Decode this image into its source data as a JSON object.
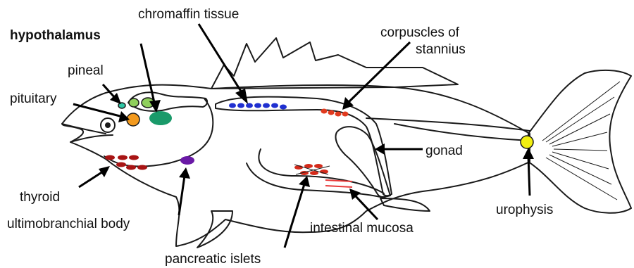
{
  "labels": {
    "chromaffin_tissue": "chromaffin tissue",
    "hypothalamus": "hypothalamus",
    "pineal": "pineal",
    "pituitary": "pituitary",
    "corpuscles_line1": "corpuscles of",
    "corpuscles_line2": "stannius",
    "gonad": "gonad",
    "thyroid": "thyroid",
    "ultimobranchial_body": "ultimobranchial body",
    "intestinal_mucosa": "intestinal mucosa",
    "pancreatic_islets": "pancreatic islets",
    "urophysis": "urophysis"
  },
  "colors": {
    "fish_body": "#8fcf5c",
    "outline": "#1a1a1a",
    "pineal": "#2ec7a6",
    "pituitary": "#f39a1e",
    "hypothalamus": "#1a9a6a",
    "kidney_band": "#f7ef7a",
    "chromaffin_dots": "#1f2fd0",
    "stannius_dots": "#e03a1e",
    "gonad": "#2fd6a8",
    "urophysis": "#f2ef10",
    "thyroid": "#a81414",
    "ultimobranchial": "#6a1aa6",
    "pancreatic_islets": "#d42a1a",
    "intestinal_mucosa": "#e83a3a"
  }
}
